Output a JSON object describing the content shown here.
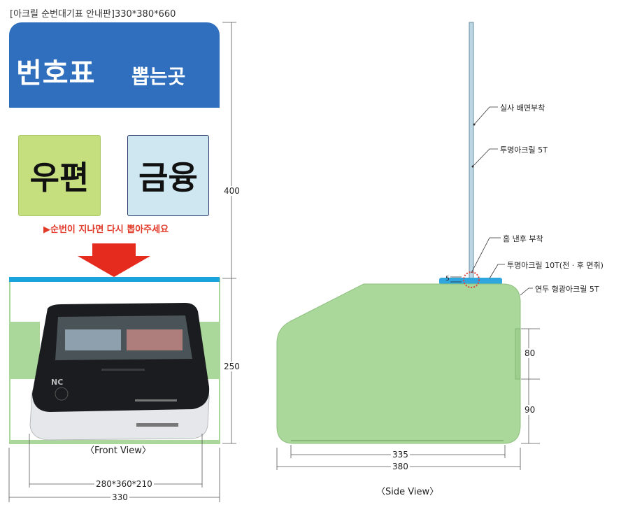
{
  "header": {
    "title": "[아크릴 순번대기표 안내판]330*380*660"
  },
  "sign": {
    "main": "번호표",
    "sub": "뽑는곳",
    "left_box": "우편",
    "right_box": "금융",
    "notice": "▶순번이 지나면 다시 뽑아주세요"
  },
  "front_view": {
    "caption": "〈Front View〉",
    "dim_height_top": "400",
    "dim_height_bottom": "250",
    "dim_machine": "280*360*210",
    "dim_width": "330"
  },
  "side_view": {
    "caption": "〈Side View〉",
    "dim_335": "335",
    "dim_380": "380",
    "dim_80": "80",
    "dim_90": "90",
    "dim_5": "5",
    "annotations": [
      "실사 배면부착",
      "투명아크릴 5T",
      "홈 낸후 부착",
      "투명아크릴 10T(전 · 후 면취)",
      "연두 형광아크릴 5T"
    ]
  },
  "colors": {
    "sign_blue": "#2f6fbe",
    "band_cyan": "#1aa3dc",
    "green_acrylic": "#a9d89a",
    "arrow_red": "#e52a1e",
    "notice_red": "#e23b2a"
  }
}
